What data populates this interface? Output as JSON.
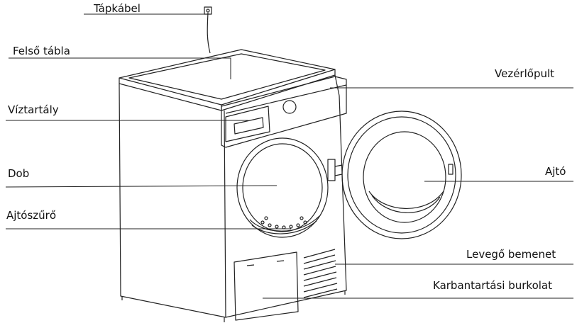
{
  "labels": {
    "power_cable": "Tápkábel",
    "top_panel": "Felső tábla",
    "control_panel": "Vezérlőpult",
    "water_tank": "Víztartály",
    "drum": "Dob",
    "door": "Ajtó",
    "door_filter": "Ajtószűrő",
    "air_inlet": "Levegő bemenet",
    "maintenance_cover": "Karbantartási burkolat"
  }
}
